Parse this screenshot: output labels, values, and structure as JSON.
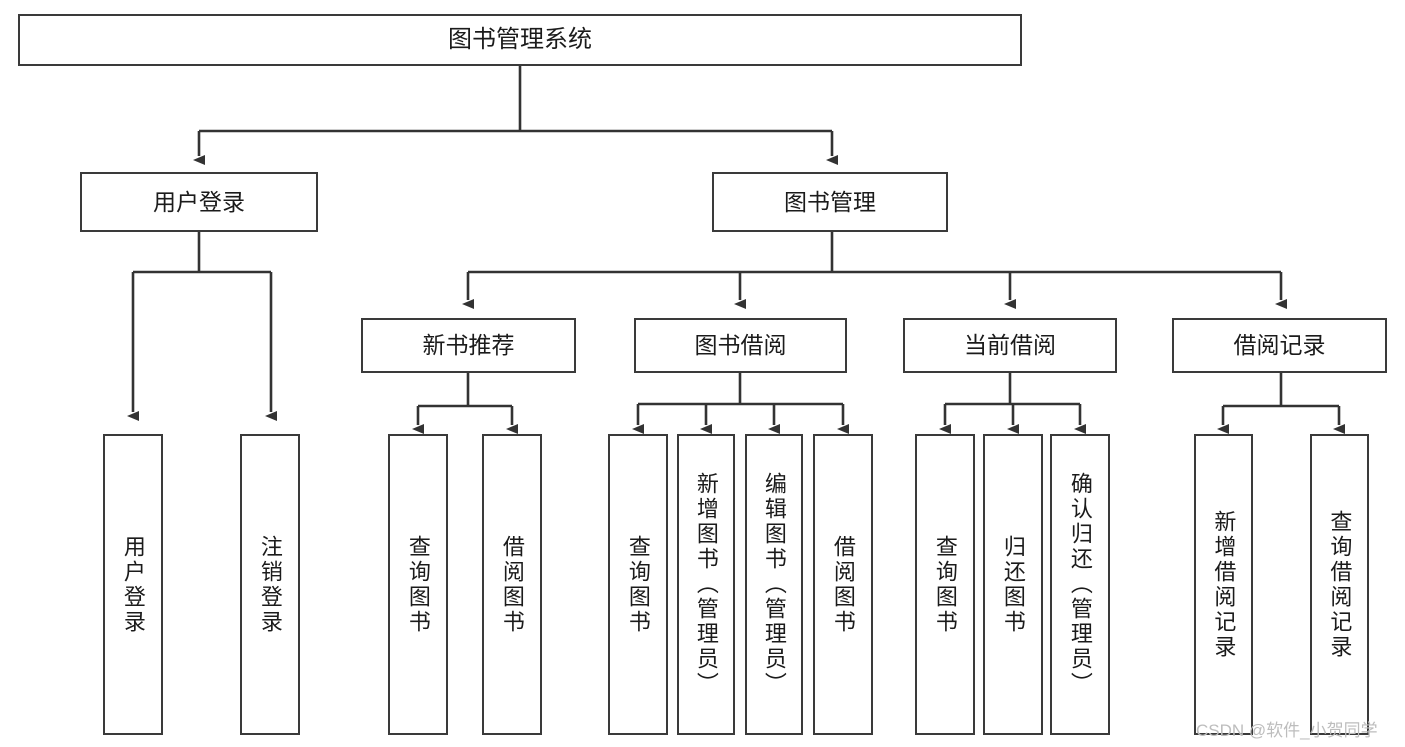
{
  "diagram": {
    "title": "图书管理系统",
    "type": "tree-hierarchy-diagram",
    "colors": {
      "box_border": "#3a3a3a",
      "box_fill": "#ffffff",
      "edge": "#333333",
      "text": "#1b1b1b",
      "watermark": "#bdbdbd",
      "background": "#ffffff"
    },
    "root": {
      "label": "图书管理系统"
    },
    "level1": [
      {
        "label": "用户登录"
      },
      {
        "label": "图书管理"
      }
    ],
    "level2": [
      {
        "label": "新书推荐"
      },
      {
        "label": "图书借阅"
      },
      {
        "label": "当前借阅"
      },
      {
        "label": "借阅记录"
      }
    ],
    "leaves": {
      "user_login": [
        {
          "label": "用户登录"
        },
        {
          "label": "注销登录"
        }
      ],
      "new_book_recommend": [
        {
          "label": "查询图书"
        },
        {
          "label": "借阅图书"
        }
      ],
      "book_borrow": [
        {
          "label": "查询图书"
        },
        {
          "label": "新增图书（管理员）"
        },
        {
          "label": "编辑图书（管理员）"
        },
        {
          "label": "借阅图书"
        }
      ],
      "current_borrow": [
        {
          "label": "查询图书"
        },
        {
          "label": "归还图书"
        },
        {
          "label": "确认归还（管理员）"
        }
      ],
      "borrow_record": [
        {
          "label": "新增借阅记录"
        },
        {
          "label": "查询借阅记录"
        }
      ]
    },
    "watermark": "CSDN @软件_小贺同学"
  }
}
